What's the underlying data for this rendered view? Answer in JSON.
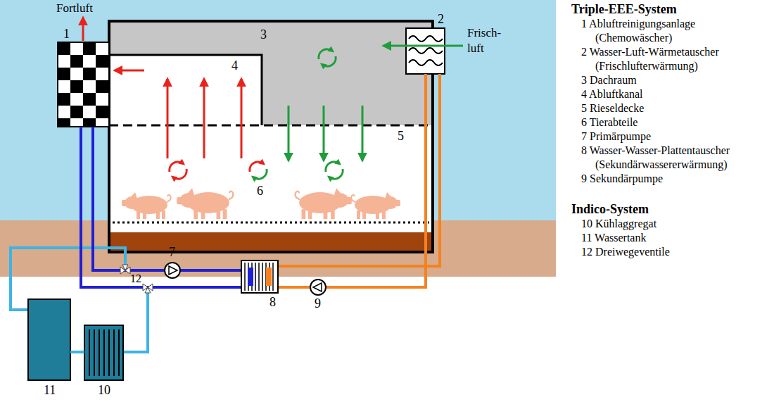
{
  "diagram": {
    "nodes": [
      {
        "text": [
          "1"
        ]
      },
      {
        "text": [
          "2"
        ]
      },
      {
        "text": [
          "3"
        ]
      },
      {
        "text": [
          "4"
        ]
      },
      {
        "text": [
          "6"
        ]
      },
      {
        "text": [
          "7"
        ]
      },
      {
        "text": [
          "8"
        ]
      },
      {
        "text": [
          "9"
        ]
      },
      {
        "text": [
          "11"
        ]
      },
      {
        "text": [
          "10"
        ]
      }
    ],
    "edges": [
      {
        "from": 0,
        "to": 5,
        "arrow": "none"
      },
      {
        "from": 5,
        "to": 6,
        "arrow": "none"
      },
      {
        "from": 6,
        "to": 0,
        "arrow": "none"
      },
      {
        "from": 6,
        "to": 7,
        "arrow": "none"
      },
      {
        "from": 7,
        "to": 1,
        "arrow": "none"
      },
      {
        "from": 1,
        "to": 6,
        "arrow": "none"
      },
      {
        "from": 8,
        "to": 9,
        "arrow": "none"
      }
    ],
    "labels": [
      "Fortluft",
      "Frisch- luft",
      "5",
      "12",
      "Triple-EEE-System",
      "1 Abluftreinigungsanlage (Chemowäscher)",
      "2 Wasser-Luft-Wärmetauscher (Frischlufterwärmung)",
      "3 Dachraum",
      "4 Abluftkanal",
      "5 Rieseldecke",
      "6 Tierabteile",
      "7 Primärpumpe",
      "8 Wasser-Wasser-Plattentauscher (Sekundärwassererwärmung)",
      "9 Sekundärpumpe",
      "Indico-System",
      "10 Kühlaggregat",
      "11 Wassertank",
      "12 Dreiwegeventile"
    ]
  }
}
